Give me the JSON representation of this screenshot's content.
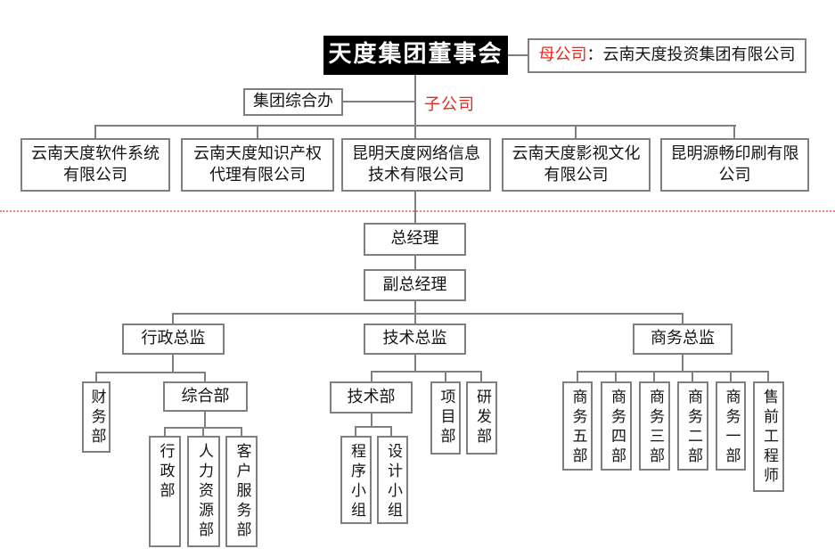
{
  "org": {
    "board": "天度集团董事会",
    "parent_prefix": "母公司",
    "parent_rest": "：云南天度投资集团有限公司",
    "subsidiary_label": "子公司",
    "group_office": "集团综合办",
    "companies": {
      "software": "云南天度软件系统\n有限公司",
      "ip_agency": "云南天度知识产权\n代理有限公司",
      "network": "昆明天度网络信息\n技术有限公司",
      "media": "云南天度影视文化\n有限公司",
      "printing": "昆明源畅印刷有限\n公司"
    },
    "general_manager": "总经理",
    "deputy_general_manager": "副总经理",
    "directors": {
      "admin": "行政总监",
      "tech": "技术总监",
      "business": "商务总监"
    },
    "admin_branch": {
      "finance": "财务部",
      "general_affairs": "综合部",
      "admin_dept": "行政部",
      "hr": "人力资源部",
      "customer_service": "客户服务部"
    },
    "tech_branch": {
      "tech_dept": "技术部",
      "project_dept": "项目部",
      "rnd_dept": "研发部",
      "program_team": "程序小组",
      "design_team": "设计小组"
    },
    "business_branch": {
      "biz5": "商务五部",
      "biz4": "商务四部",
      "biz3": "商务三部",
      "biz2": "商务二部",
      "biz1": "商务一部",
      "presales": "售前工程师"
    }
  },
  "colors": {
    "accent_red": "#e8281e",
    "divider_red": "#f47f7f",
    "line_gray": "#7f7f7f",
    "board_bg": "#000000"
  }
}
